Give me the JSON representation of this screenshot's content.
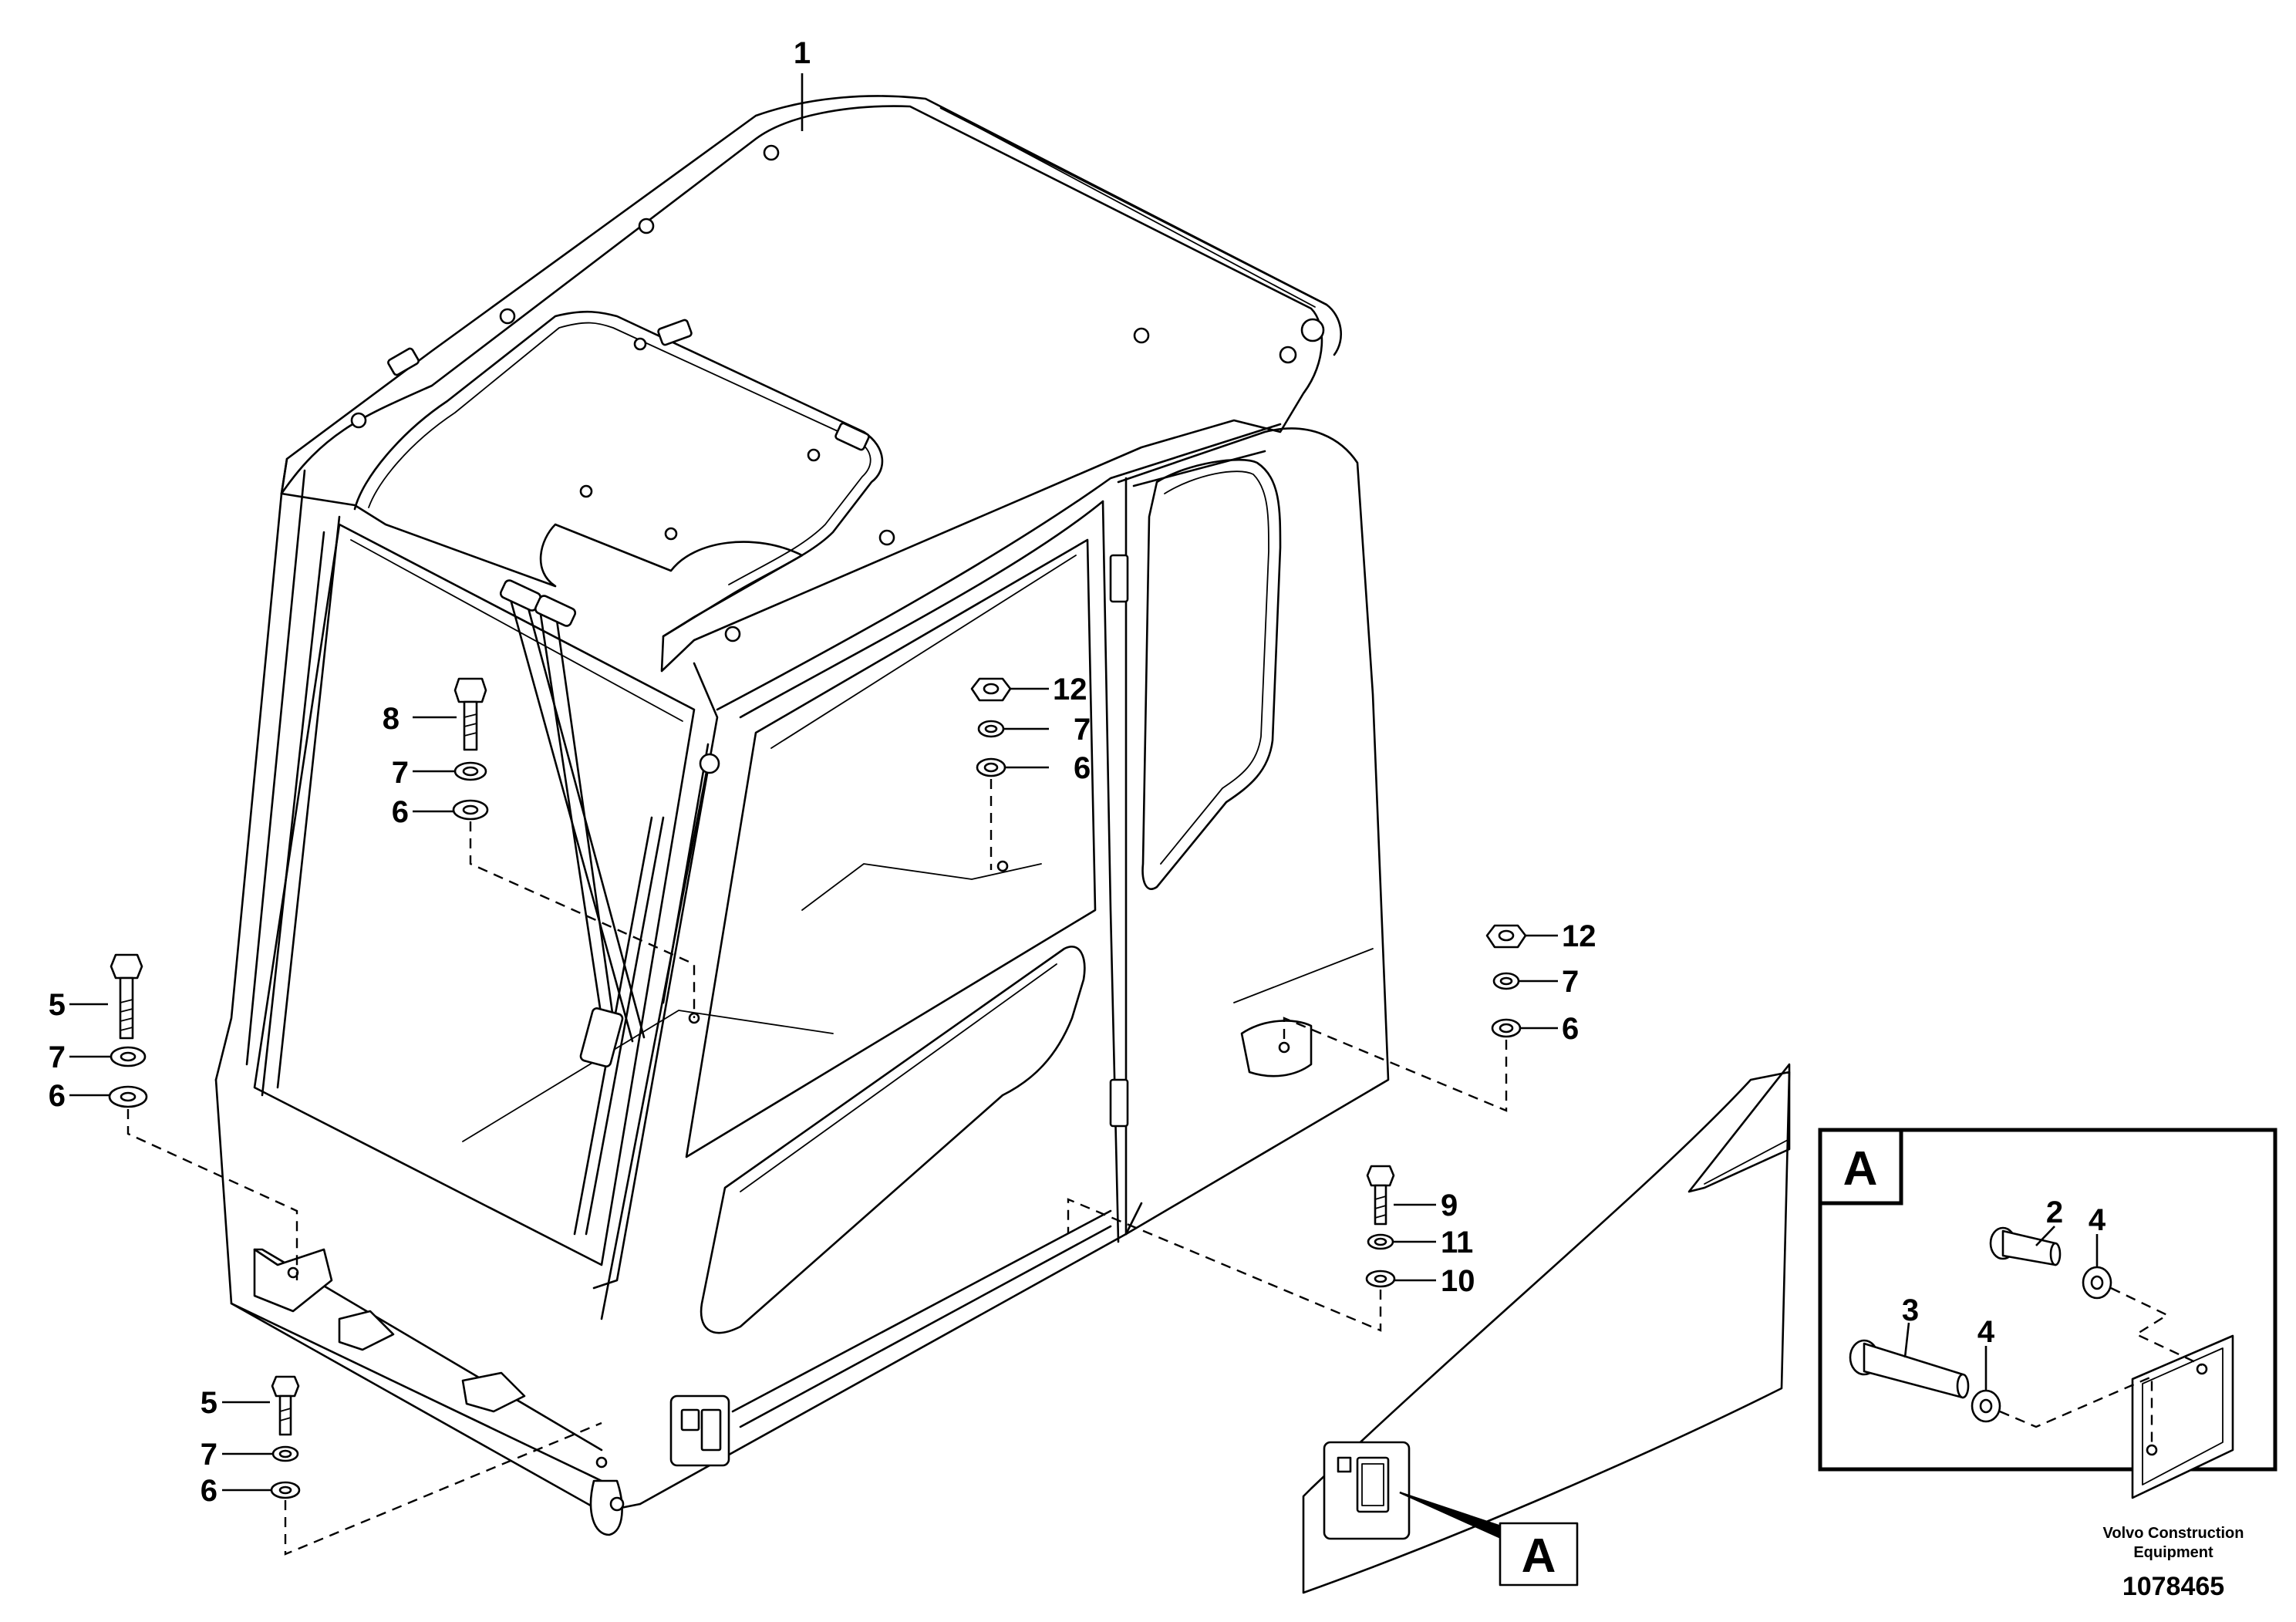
{
  "callouts": {
    "c1": "1",
    "c2": "2",
    "c3": "3",
    "c4a": "4",
    "c4b": "4",
    "c5a": "5",
    "c5b": "5",
    "c6a": "6",
    "c6b": "6",
    "c6c": "6",
    "c6d": "6",
    "c6e": "6",
    "c7a": "7",
    "c7b": "7",
    "c7c": "7",
    "c7d": "7",
    "c7e": "7",
    "c8": "8",
    "c9": "9",
    "c10": "10",
    "c11": "11",
    "c12a": "12",
    "c12b": "12"
  },
  "detail": {
    "label": "A",
    "ref_label": "A"
  },
  "footer": {
    "company_line1": "Volvo Construction",
    "company_line2": "Equipment",
    "drawing_number": "1078465"
  },
  "icons": [
    "cab-drawing",
    "bolt-icon",
    "washer-icon",
    "nut-icon",
    "wiper-icon",
    "door-handle-icon"
  ]
}
